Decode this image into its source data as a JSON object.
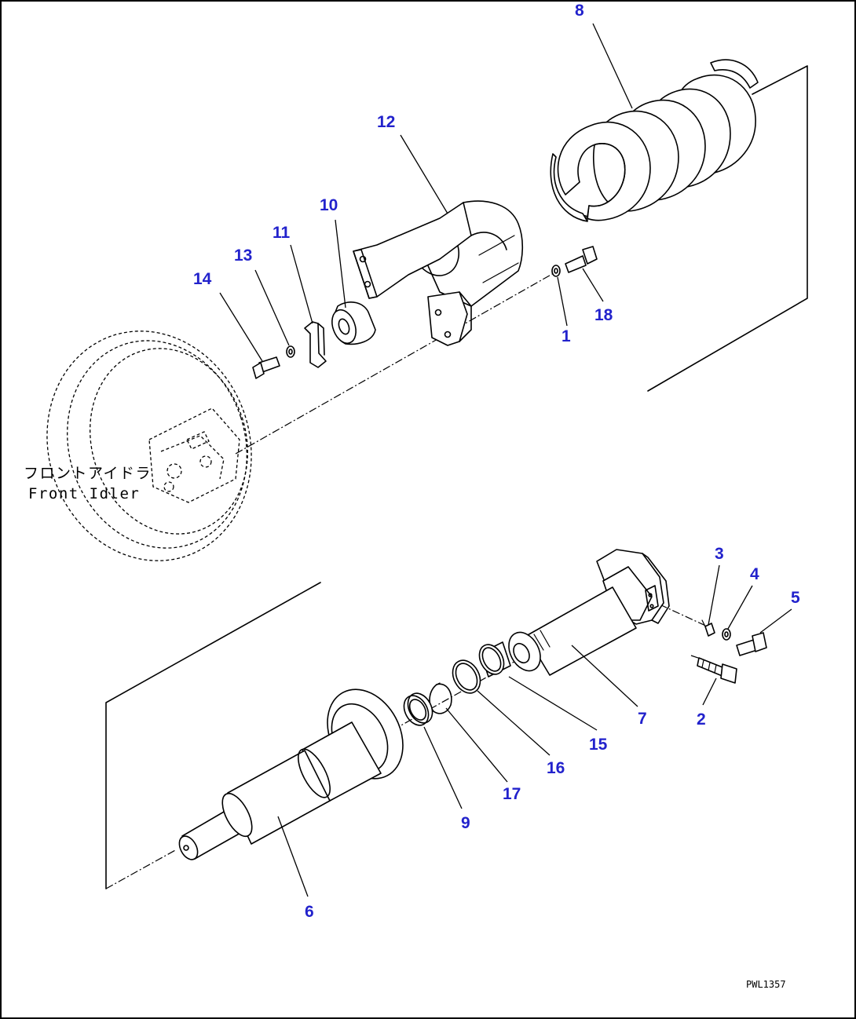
{
  "drawing_code": "PWL1357",
  "caption": {
    "japanese": "フロントアイドラ",
    "english": "Front Idler"
  },
  "callouts": [
    {
      "id": "1",
      "label": "1"
    },
    {
      "id": "2",
      "label": "2"
    },
    {
      "id": "3",
      "label": "3"
    },
    {
      "id": "4",
      "label": "4"
    },
    {
      "id": "5",
      "label": "5"
    },
    {
      "id": "6",
      "label": "6"
    },
    {
      "id": "7",
      "label": "7"
    },
    {
      "id": "8",
      "label": "8"
    },
    {
      "id": "9",
      "label": "9"
    },
    {
      "id": "10",
      "label": "10"
    },
    {
      "id": "11",
      "label": "11"
    },
    {
      "id": "12",
      "label": "12"
    },
    {
      "id": "13",
      "label": "13"
    },
    {
      "id": "14",
      "label": "14"
    },
    {
      "id": "15",
      "label": "15"
    },
    {
      "id": "16",
      "label": "16"
    },
    {
      "id": "17",
      "label": "17"
    },
    {
      "id": "18",
      "label": "18"
    }
  ],
  "colors": {
    "callout": "#2222cc",
    "line": "#000000",
    "background": "#ffffff"
  }
}
